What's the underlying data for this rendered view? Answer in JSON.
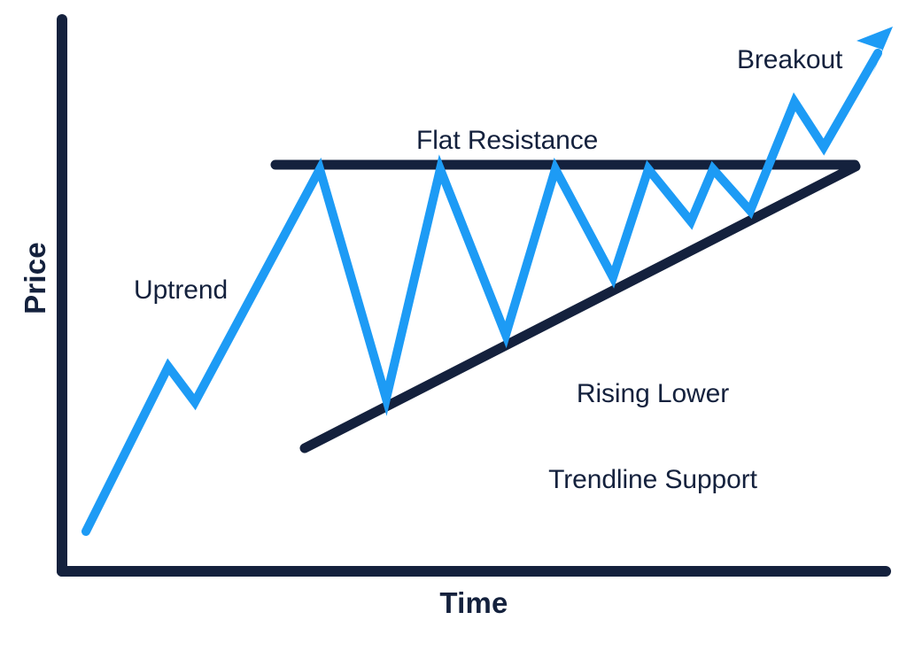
{
  "chart_data": {
    "type": "line",
    "title": "",
    "xlabel": "Time",
    "ylabel": "Price",
    "grid": false,
    "legend": "none",
    "description": "Ascending triangle chart pattern: an uptrend leading into a consolidation bounded by a flat horizontal resistance and a rising lower trendline support, resolving in an upward breakout.",
    "xlim": [
      0,
      1024
    ],
    "ylim": [
      735,
      0
    ],
    "axes": {
      "y_axis": {
        "x": 70,
        "y_top": 22,
        "y_bottom": 645
      },
      "x_axis": {
        "y": 645,
        "x_left": 70,
        "x_right": 1000
      }
    },
    "series": [
      {
        "name": "Price action",
        "color": "#1d9bf5",
        "width": 10,
        "points": [
          [
            97,
            600
          ],
          [
            190,
            414
          ],
          [
            220,
            454
          ],
          [
            361,
            191
          ],
          [
            436,
            450
          ],
          [
            497,
            191
          ],
          [
            571,
            378
          ],
          [
            627,
            191
          ],
          [
            692,
            313
          ],
          [
            732,
            191
          ],
          [
            780,
            250
          ],
          [
            805,
            191
          ],
          [
            847,
            238
          ],
          [
            897,
            115
          ],
          [
            930,
            166
          ],
          [
            1005,
            36
          ]
        ],
        "arrow_at_end": true
      },
      {
        "name": "Flat Resistance",
        "color": "#14213d",
        "width": 11,
        "points": [
          [
            311,
            186
          ],
          [
            965,
            186
          ]
        ]
      },
      {
        "name": "Rising Lower Trendline Support",
        "color": "#14213d",
        "width": 11,
        "points": [
          [
            344,
            506
          ],
          [
            965,
            188
          ]
        ]
      }
    ],
    "annotations": [
      {
        "id": "uptrend",
        "text": "Uptrend",
        "x": 151,
        "y": 312
      },
      {
        "id": "flat_resistance",
        "text": "Flat Resistance",
        "x": 470,
        "y": 143
      },
      {
        "id": "rising_support_line1",
        "text": "Rising Lower",
        "x": 613,
        "y": 364
      },
      {
        "id": "rising_support_line2",
        "text": "Trendline Support",
        "x": 613,
        "y": 396
      },
      {
        "id": "breakout",
        "text": "Breakout",
        "x": 832,
        "y": 52
      }
    ]
  },
  "labels": {
    "uptrend": "Uptrend",
    "flat_resistance": "Flat Resistance",
    "rising_support_line1": "Rising Lower",
    "rising_support_line2": "Trendline Support",
    "breakout": "Breakout",
    "axis_price": "Price",
    "axis_time": "Time"
  },
  "colors": {
    "price_line": "#1d9bf5",
    "trendline": "#14213d",
    "axis": "#14213d",
    "text": "#14213d",
    "background": "#ffffff"
  }
}
